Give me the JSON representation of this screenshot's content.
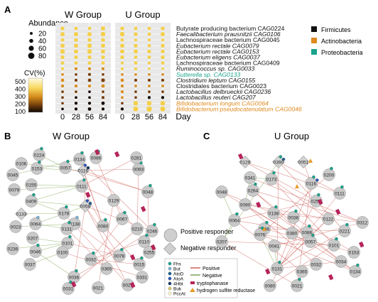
{
  "panel_a": {
    "label": "A",
    "groups": [
      "W Group",
      "U Group"
    ],
    "days": [
      "0",
      "28",
      "56",
      "84"
    ],
    "day_label": "Day",
    "abundance_title": "Abundance",
    "abundance_legend": [
      20,
      40,
      60,
      80
    ],
    "cv_title": "CV(%)",
    "cv_ticks": [
      "500",
      "400",
      "300",
      "200",
      "100"
    ],
    "phylum_legend": [
      {
        "label": "Firmicutes",
        "color": "#111111"
      },
      {
        "label": "Actinobacteria",
        "color": "#e08a1e"
      },
      {
        "label": "Proteobacteria",
        "color": "#1aa38c"
      }
    ],
    "taxa": [
      {
        "name": "Butyrate producing bacterium CAG0224",
        "color": "#111111",
        "italic": false,
        "w": [
          [
            12,
            1
          ],
          [
            10,
            1
          ],
          [
            10,
            1
          ],
          [
            14,
            1
          ]
        ],
        "u": [
          [
            12,
            1
          ],
          [
            10,
            1
          ],
          [
            10,
            1
          ],
          [
            12,
            1
          ]
        ]
      },
      {
        "name": "Faecalibacterium prausnitzii CAG0106",
        "color": "#111111",
        "italic": true,
        "w": [
          [
            14,
            1
          ],
          [
            14,
            1
          ],
          [
            14,
            1
          ],
          [
            16,
            1
          ]
        ],
        "u": [
          [
            16,
            1
          ],
          [
            12,
            1
          ],
          [
            10,
            1
          ],
          [
            14,
            1
          ]
        ]
      },
      {
        "name": "Lachnospiraceae bacterium CAG0045",
        "color": "#111111",
        "italic": false,
        "w": [
          [
            10,
            1
          ],
          [
            12,
            1
          ],
          [
            12,
            1
          ],
          [
            12,
            1
          ]
        ],
        "u": [
          [
            10,
            1
          ],
          [
            8,
            1
          ],
          [
            8,
            1
          ],
          [
            8,
            1
          ]
        ]
      },
      {
        "name": "Eubacterium rectale CAG0079",
        "color": "#111111",
        "italic": true,
        "w": [
          [
            14,
            1
          ],
          [
            14,
            1
          ],
          [
            16,
            1
          ],
          [
            14,
            1
          ]
        ],
        "u": [
          [
            14,
            1
          ],
          [
            12,
            1
          ],
          [
            10,
            1
          ],
          [
            12,
            1
          ]
        ]
      },
      {
        "name": "Eubacterium rectale CAG0153",
        "color": "#111111",
        "italic": true,
        "w": [
          [
            16,
            1
          ],
          [
            14,
            1
          ],
          [
            16,
            1
          ],
          [
            14,
            1
          ]
        ],
        "u": [
          [
            14,
            1
          ],
          [
            14,
            1
          ],
          [
            12,
            1
          ],
          [
            12,
            1
          ]
        ]
      },
      {
        "name": "Eubacterium eligens CAG0037",
        "color": "#111111",
        "italic": true,
        "w": [
          [
            12,
            1
          ],
          [
            12,
            1
          ],
          [
            12,
            1
          ],
          [
            12,
            1
          ]
        ],
        "u": [
          [
            12,
            1
          ],
          [
            10,
            1
          ],
          [
            10,
            1
          ],
          [
            12,
            1
          ]
        ]
      },
      {
        "name": "Lachnospiraceae bacterium CAG0409",
        "color": "#111111",
        "italic": false,
        "w": [
          [
            10,
            1
          ],
          [
            10,
            1
          ],
          [
            10,
            1
          ],
          [
            10,
            1
          ]
        ],
        "u": [
          [
            8,
            1
          ],
          [
            10,
            1
          ],
          [
            8,
            1
          ],
          [
            10,
            1
          ]
        ]
      },
      {
        "name": "Ruminococcus sp. CAG0033",
        "color": "#111111",
        "italic": true,
        "w": [
          [
            8,
            1
          ],
          [
            8,
            2
          ],
          [
            8,
            2
          ],
          [
            8,
            2
          ]
        ],
        "u": [
          [
            8,
            1
          ],
          [
            8,
            1
          ],
          [
            6,
            1
          ],
          [
            6,
            1
          ]
        ]
      },
      {
        "name": "Sutterella sp. CAG0133",
        "color": "#1aa38c",
        "italic": true,
        "w": [
          [
            6,
            2
          ],
          [
            6,
            3
          ],
          [
            8,
            3
          ],
          [
            6,
            3
          ]
        ],
        "u": [
          [
            6,
            2
          ],
          [
            6,
            2
          ],
          [
            6,
            2
          ],
          [
            6,
            2
          ]
        ]
      },
      {
        "name": "Clostridium leptum CAG0155",
        "color": "#111111",
        "italic": true,
        "w": [
          [
            10,
            2
          ],
          [
            8,
            3
          ],
          [
            10,
            3
          ],
          [
            12,
            3
          ]
        ],
        "u": [
          [
            10,
            2
          ],
          [
            8,
            3
          ],
          [
            8,
            3
          ],
          [
            8,
            3
          ]
        ]
      },
      {
        "name": "Clostridiales bacterium CAG0023",
        "color": "#111111",
        "italic": false,
        "w": [
          [
            8,
            2
          ],
          [
            8,
            2
          ],
          [
            8,
            2
          ],
          [
            10,
            2
          ]
        ],
        "u": [
          [
            8,
            2
          ],
          [
            6,
            2
          ],
          [
            6,
            2
          ],
          [
            6,
            2
          ]
        ]
      },
      {
        "name": "Lactobacillus delbrueckii CAG0236",
        "color": "#111111",
        "italic": true,
        "w": [
          [
            6,
            3
          ],
          [
            6,
            3
          ],
          [
            6,
            4
          ],
          [
            6,
            3
          ]
        ],
        "u": [
          [
            8,
            2
          ],
          [
            6,
            3
          ],
          [
            6,
            3
          ],
          [
            6,
            3
          ]
        ]
      },
      {
        "name": "Lactobacillus reuteri CAG207",
        "color": "#111111",
        "italic": true,
        "w": [
          [
            6,
            3
          ],
          [
            6,
            4
          ],
          [
            6,
            4
          ],
          [
            8,
            3
          ]
        ],
        "u": [
          [
            6,
            2
          ],
          [
            6,
            3
          ],
          [
            8,
            4
          ],
          [
            8,
            4
          ]
        ]
      },
      {
        "name": "Bifidobacterium longum CAG0064",
        "color": "#e08a1e",
        "italic": true,
        "w": [
          [
            6,
            3
          ],
          [
            8,
            4
          ],
          [
            8,
            4
          ],
          [
            10,
            4
          ]
        ],
        "u": [
          [
            6,
            3
          ],
          [
            16,
            1
          ],
          [
            16,
            1
          ],
          [
            16,
            1
          ]
        ]
      },
      {
        "name": "Bifidobacterium pseudocatenulatum CAG0046",
        "color": "#e08a1e",
        "italic": true,
        "w": [
          [
            6,
            4
          ],
          [
            8,
            4
          ],
          [
            10,
            4
          ],
          [
            8,
            4
          ]
        ],
        "u": [
          [
            8,
            4
          ],
          [
            18,
            1
          ],
          [
            20,
            1
          ],
          [
            18,
            1
          ]
        ]
      }
    ]
  },
  "panel_b": {
    "label": "B",
    "title": "W Group",
    "nodes": [
      "0224",
      "0106",
      "0153",
      "0045",
      "0155",
      "0079",
      "0409",
      "0133",
      "0023",
      "0064",
      "0207",
      "0236",
      "0037",
      "0046",
      "0057",
      "0134",
      "0116",
      "0086",
      "0093",
      "0281",
      "0111",
      "0178",
      "0058",
      "0048",
      "0129",
      "0138",
      "0131",
      "0080",
      "0067",
      "0210",
      "0246",
      "0110",
      "0101",
      "0100",
      "0032",
      "0078",
      "0365",
      "0255",
      "0015",
      "0036",
      "0031",
      "0021",
      "0022",
      "0331"
    ],
    "legend": {
      "positive_responder": "Positive responder",
      "negative_responder": "Negative responder",
      "markers": [
        "Fhs",
        "But",
        "AtoD",
        "AtoA",
        "4Hbt",
        "Buk",
        "PccAt"
      ],
      "positive": "Positive",
      "negative": "Negative",
      "tryptophanase": "tryptophanase",
      "hydrogen_sulfite_reductase": "hydrogen sulfite reductase"
    }
  },
  "panel_c": {
    "label": "C",
    "title": "U Group",
    "nodes": [
      "0129",
      "0390",
      "0051",
      "0341",
      "0173",
      "0116",
      "0264",
      "0048",
      "0111",
      "0200",
      "0255",
      "0090",
      "0138",
      "0122",
      "0312",
      "0064",
      "0036",
      "0221",
      "0207",
      "0246",
      "0086",
      "0380",
      "0076",
      "0057",
      "0041",
      "0101",
      "0131",
      "0032",
      "0034",
      "0365",
      "0153",
      "0080",
      "0021",
      "0134"
    ]
  }
}
